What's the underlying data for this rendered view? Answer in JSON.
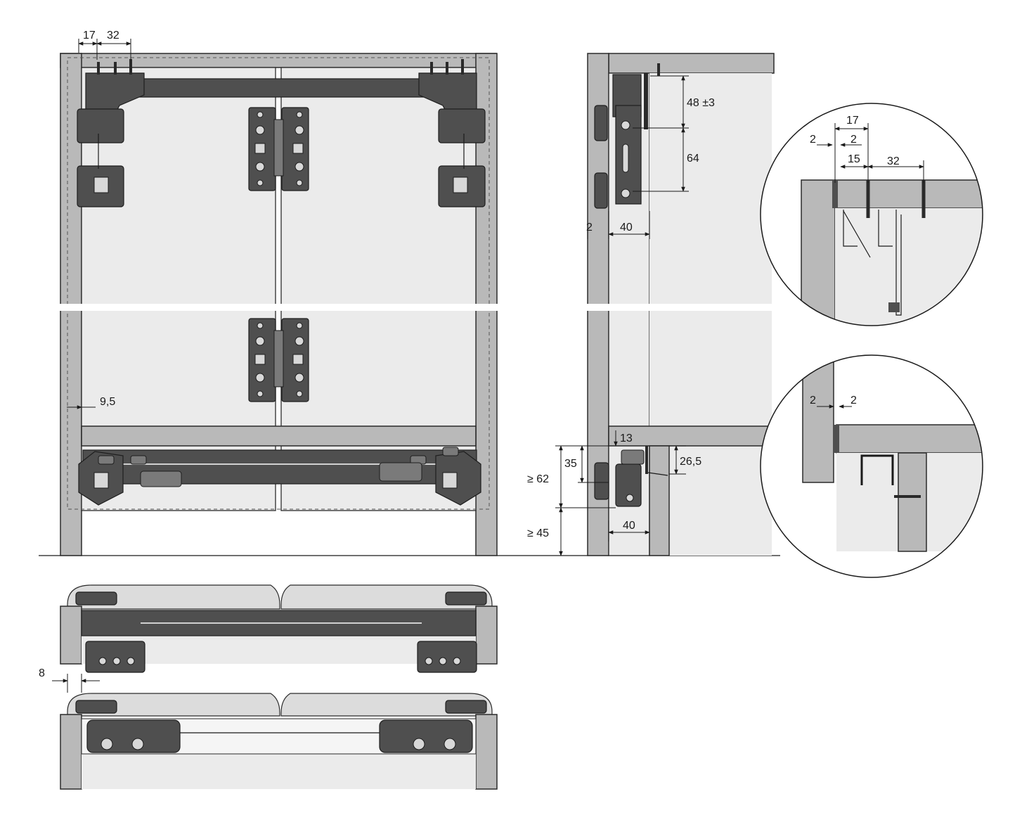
{
  "dimensions": {
    "front": {
      "d17": "17",
      "d32": "32",
      "d9_5": "9,5"
    },
    "side": {
      "d48": "48 ±3",
      "d64": "64",
      "d2": "2",
      "d40_top": "40",
      "d13": "13",
      "d35": "35",
      "d26_5": "26,5",
      "d62": "≥ 62",
      "d45": "≥ 45",
      "d40_bottom": "40"
    },
    "detail_top": {
      "d17": "17",
      "d2a": "2",
      "d2b": "2",
      "d15": "15",
      "d32": "32"
    },
    "detail_bottom": {
      "d2a": "2",
      "d2b": "2"
    },
    "plan": {
      "d8": "8"
    }
  },
  "colors": {
    "panel": "#b9b9b9",
    "door": "#ebebeb",
    "hardware": "#4f4f4f"
  }
}
